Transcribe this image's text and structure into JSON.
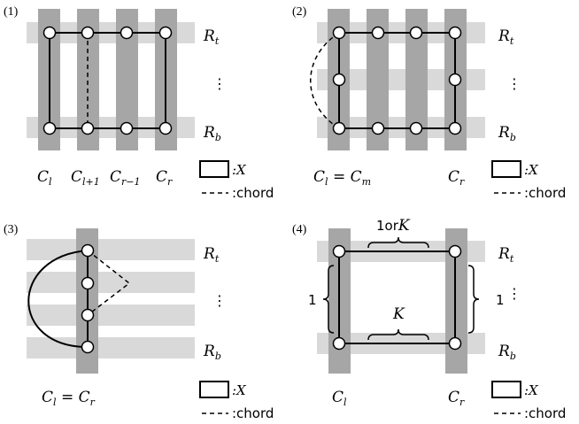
{
  "panels": [
    {
      "id": "1",
      "number": "(1)",
      "row_top": {
        "main": "R",
        "sub": "t"
      },
      "row_bottom": {
        "main": "R",
        "sub": "b"
      },
      "dots": "⋮",
      "col_labels": [
        {
          "main": "C",
          "sub": "l"
        },
        {
          "main": "C",
          "sub": "l+1"
        },
        {
          "main": "C",
          "sub": "r−1"
        },
        {
          "main": "C",
          "sub": "r"
        }
      ],
      "legend_x": ":X",
      "legend_chord": ":chord"
    },
    {
      "id": "2",
      "number": "(2)",
      "row_top": {
        "main": "R",
        "sub": "t"
      },
      "row_bottom": {
        "main": "R",
        "sub": "b"
      },
      "dots": "⋮",
      "col_left": {
        "main": "C",
        "sub": "l",
        "eq": " = ",
        "main2": "C",
        "sub2": "m"
      },
      "col_right": {
        "main": "C",
        "sub": "r"
      },
      "legend_x": ":X",
      "legend_chord": ":chord"
    },
    {
      "id": "3",
      "number": "(3)",
      "row_top": {
        "main": "R",
        "sub": "t"
      },
      "row_bottom": {
        "main": "R",
        "sub": "b"
      },
      "dots": "⋮",
      "col_label": {
        "main": "C",
        "sub": "l",
        "eq": " = ",
        "main2": "C",
        "sub2": "r"
      },
      "legend_x": ":X",
      "legend_chord": ":chord"
    },
    {
      "id": "4",
      "number": "(4)",
      "row_top": {
        "main": "R",
        "sub": "t"
      },
      "row_bottom": {
        "main": "R",
        "sub": "b"
      },
      "dots": "⋮",
      "top_brace": {
        "plain": "1or",
        "italic": "K"
      },
      "bottom_brace": "K",
      "left_brace": "1",
      "right_brace": "1",
      "col_left": {
        "main": "C",
        "sub": "l"
      },
      "col_right": {
        "main": "C",
        "sub": "r"
      },
      "legend_x": ":X",
      "legend_chord": ":chord"
    }
  ],
  "colors": {
    "row_band": "#d9d9d9",
    "col_band": "#a6a6a6",
    "line": "#000000",
    "node_fill": "#ffffff"
  }
}
